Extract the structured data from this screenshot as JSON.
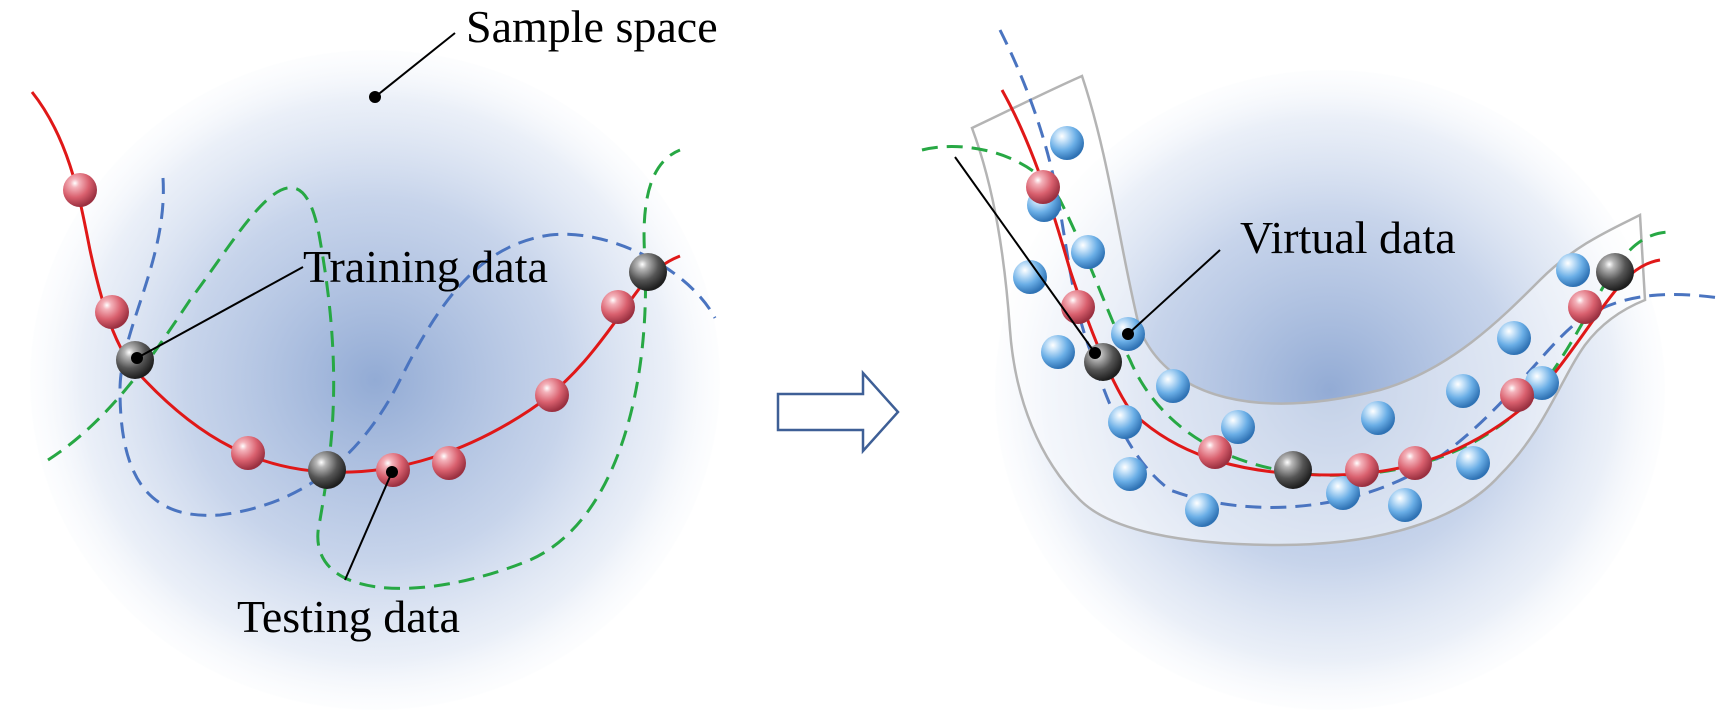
{
  "labels": {
    "sample_space": "Sample space",
    "training_data": "Training data",
    "testing_data": "Testing data",
    "virtual_data": "Virtual data"
  },
  "colors": {
    "true_curve": "#e01818",
    "fit_curve_green": "#27a844",
    "fit_curve_blue": "#4a74c0",
    "training_ball": "#555555",
    "testing_ball": "#d9606e",
    "virtual_ball": "#6aaee6",
    "region_outline": "#b4b4b4",
    "arrow_outline": "#3e5f96",
    "sample_space_fill": "#7f9ccd"
  }
}
